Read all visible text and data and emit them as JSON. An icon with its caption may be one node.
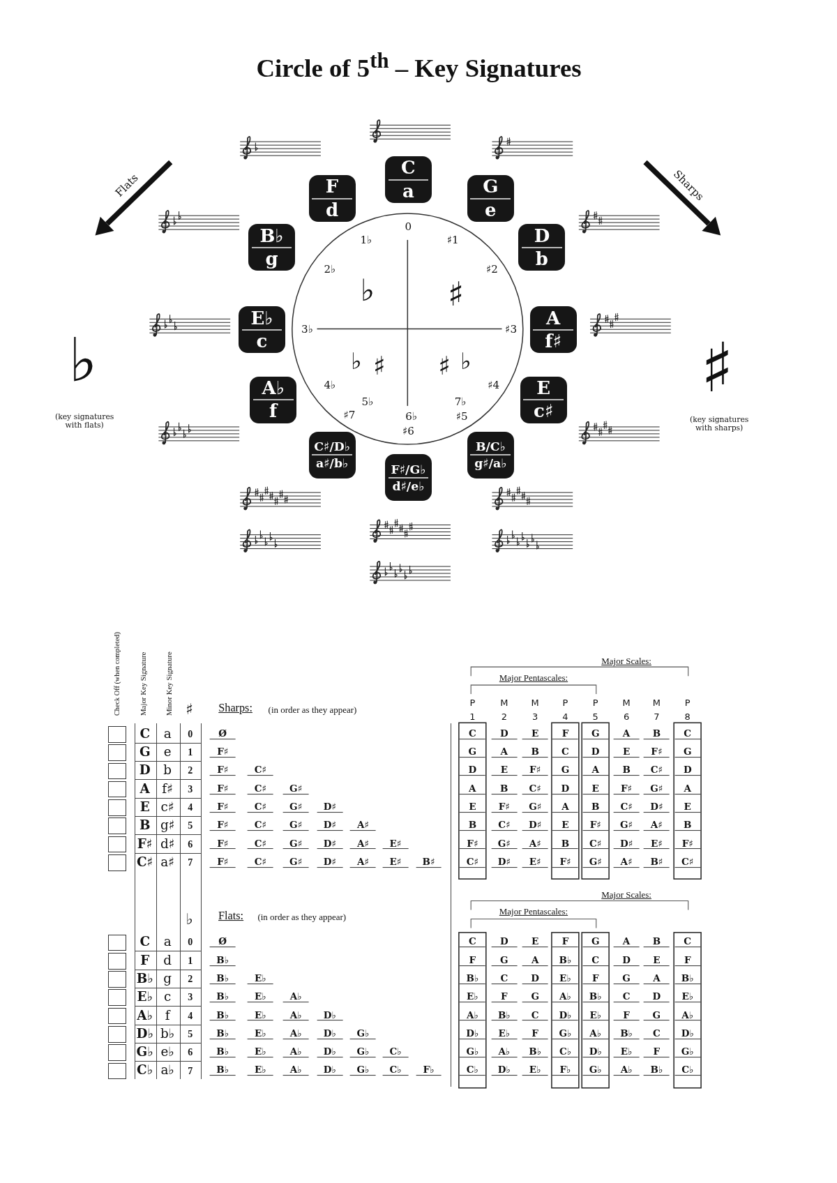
{
  "diagram": {
    "title": "Circle of 5$^{th}$ – Key Signatures",
    "nodes": [
      {
        "text": [
          "C",
          "a"
        ]
      },
      {
        "text": [
          "F",
          "d"
        ]
      },
      {
        "text": [
          "G",
          "e"
        ]
      },
      {
        "text": [
          "B♭",
          "g"
        ]
      },
      {
        "text": [
          "D",
          "b"
        ]
      },
      {
        "text": [
          "E♭",
          "c"
        ]
      },
      {
        "text": [
          "A",
          "f♯"
        ]
      },
      {
        "text": [
          "A♭",
          "f"
        ]
      },
      {
        "text": [
          "E",
          "c♯"
        ]
      },
      {
        "text": [
          "C♯/D♭",
          "a♯/b♭"
        ]
      },
      {
        "text": [
          "B/C♭",
          "g♯/a♭"
        ]
      },
      {
        "text": [
          "F♯/G♭",
          "d♯/e♭"
        ]
      }
    ],
    "edges": [],
    "labels": [
      "Flats",
      "Sharps",
      "0",
      "1♭",
      "♯1",
      "2♭",
      "♯2",
      "3♭",
      "♯3",
      "4♭",
      "♯4",
      "5♭",
      "7♭",
      "♯7",
      "6♭",
      "♯5",
      "♯6",
      "♭",
      "♯",
      "♭",
      "♯",
      "♯",
      "♭",
      "♭",
      "(key signatures with flats)",
      "♯",
      "(key signatures with sharps)",
      "Check Off (when completed)",
      "Major Key Signature",
      "Minor Key Signature",
      "Major Scales:",
      "Major Pentascales:",
      "♯",
      "Sharps:",
      "(in order as they appear)",
      "P 1",
      "M 2",
      "M 3",
      "P 4",
      "P 5",
      "M 6",
      "M 7",
      "P 8",
      "C",
      "a",
      "0",
      "Ø",
      "C",
      "D",
      "E",
      "F",
      "G",
      "A",
      "B",
      "C",
      "G",
      "e",
      "1",
      "F♯",
      "G",
      "A",
      "B",
      "C",
      "D",
      "E",
      "F♯",
      "G",
      "D",
      "b",
      "2",
      "F♯",
      "C♯",
      "D",
      "E",
      "F♯",
      "G",
      "A",
      "B",
      "C♯",
      "D",
      "A",
      "f♯",
      "3",
      "F♯",
      "C♯",
      "G♯",
      "A",
      "B",
      "C♯",
      "D",
      "E",
      "F♯",
      "G♯",
      "A",
      "E",
      "c♯",
      "4",
      "F♯",
      "C♯",
      "G♯",
      "D♯",
      "E",
      "F♯",
      "G♯",
      "A",
      "B",
      "C♯",
      "D♯",
      "E",
      "B",
      "g♯",
      "5",
      "F♯",
      "C♯",
      "G♯",
      "D♯",
      "A♯",
      "B",
      "C♯",
      "D♯",
      "E",
      "F♯",
      "G♯",
      "A♯",
      "B",
      "F♯",
      "d♯",
      "6",
      "F♯",
      "C♯",
      "G♯",
      "D♯",
      "A♯",
      "E♯",
      "F♯",
      "G♯",
      "A♯",
      "B",
      "C♯",
      "D♯",
      "E♯",
      "F♯",
      "C♯",
      "a♯",
      "7",
      "F♯",
      "C♯",
      "G♯",
      "D♯",
      "A♯",
      "E♯",
      "B♯",
      "C♯",
      "D♯",
      "E♯",
      "F♯",
      "G♯",
      "A♯",
      "B♯",
      "C♯",
      "Major Scales:",
      "Major Pentascales:",
      "♭",
      "Flats:",
      "(in order as they appear)",
      "C",
      "a",
      "0",
      "Ø",
      "C",
      "D",
      "E",
      "F",
      "G",
      "A",
      "B",
      "C",
      "F",
      "d",
      "1",
      "B♭",
      "F",
      "G",
      "A",
      "B♭",
      "C",
      "D",
      "E",
      "F",
      "B♭",
      "g",
      "2",
      "B♭",
      "E♭",
      "B♭",
      "C",
      "D",
      "E♭",
      "F",
      "G",
      "A",
      "B♭",
      "E♭",
      "c",
      "3",
      "B♭",
      "E♭",
      "A♭",
      "E♭",
      "F",
      "G",
      "A♭",
      "B♭",
      "C",
      "D",
      "E♭",
      "A♭",
      "f",
      "4",
      "B♭",
      "E♭",
      "A♭",
      "D♭",
      "A♭",
      "B♭",
      "C",
      "D♭",
      "E♭",
      "F",
      "G",
      "A♭",
      "D♭",
      "b♭",
      "5",
      "B♭",
      "E♭",
      "A♭",
      "D♭",
      "G♭",
      "D♭",
      "E♭",
      "F",
      "G♭",
      "A♭",
      "B♭",
      "C",
      "D♭",
      "G♭",
      "e♭",
      "6",
      "B♭",
      "E♭",
      "A♭",
      "D♭",
      "G♭",
      "C♭",
      "G♭",
      "A♭",
      "B♭",
      "C♭",
      "D♭",
      "E♭",
      "F",
      "G♭",
      "C♭",
      "a♭",
      "7",
      "B♭",
      "E♭",
      "A♭",
      "D♭",
      "G♭",
      "C♭",
      "F♭",
      "C♭",
      "D♭",
      "E♭",
      "F♭",
      "G♭",
      "A♭",
      "B♭",
      "C♭"
    ]
  }
}
